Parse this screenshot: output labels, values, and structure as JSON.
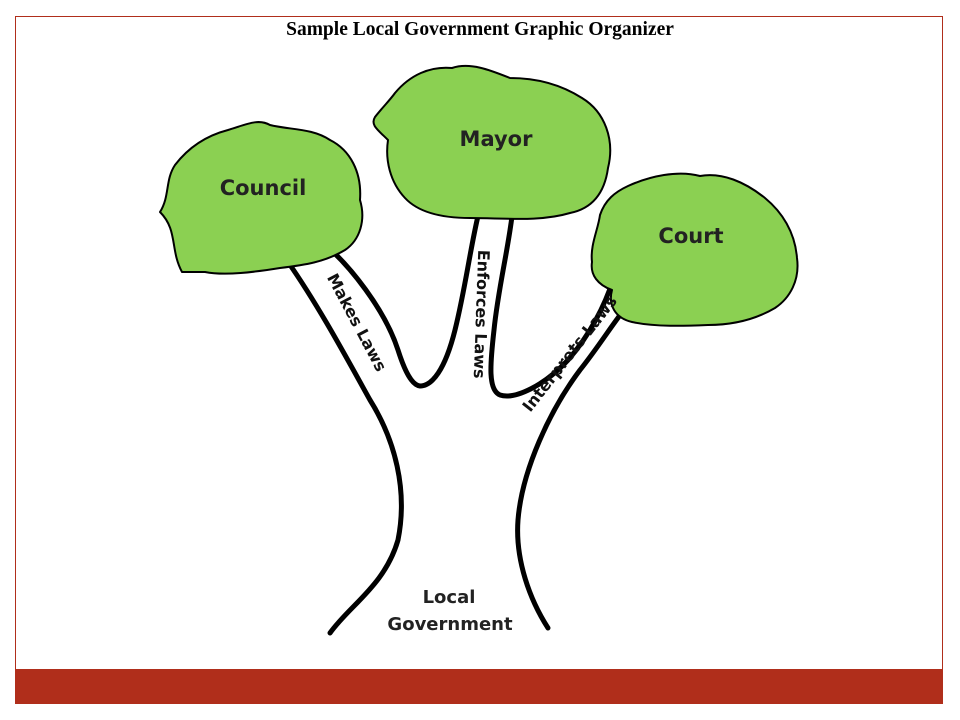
{
  "title": "Sample Local Government Graphic Organizer",
  "colors": {
    "accent": "#b02e1b",
    "canopy": "#8bd052"
  },
  "tree": {
    "branches": [
      {
        "name": "Council",
        "function": "Makes Laws"
      },
      {
        "name": "Mayor",
        "function": "Enforces Laws"
      },
      {
        "name": "Court",
        "function": "Interprets Laws"
      }
    ],
    "base_line1": "Local",
    "base_line2": "Government"
  }
}
